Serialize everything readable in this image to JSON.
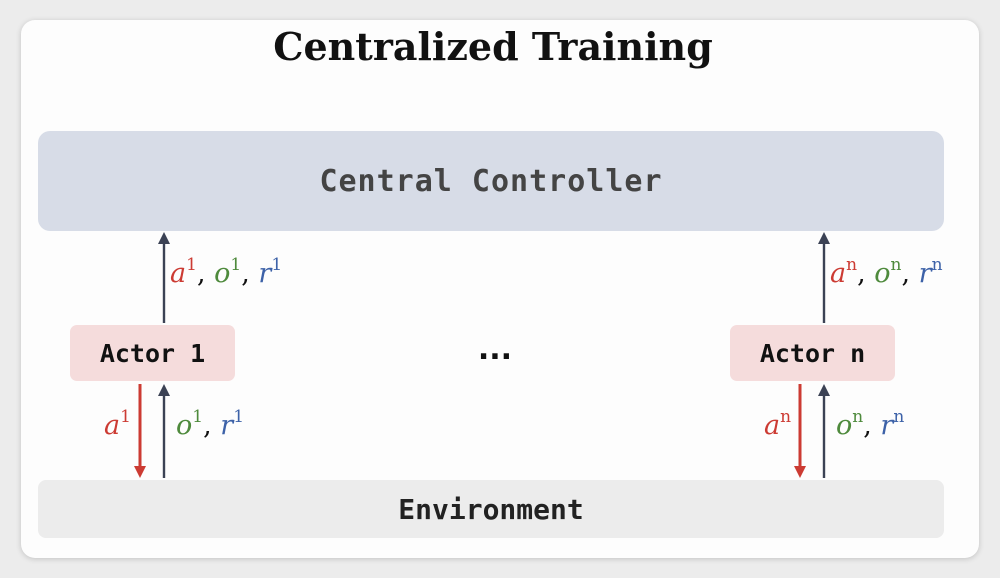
{
  "title": "Centralized Training",
  "controller": {
    "label": "Central Controller"
  },
  "environment": {
    "label": "Environment"
  },
  "actors": [
    {
      "label": "Actor 1",
      "index": "1"
    },
    {
      "label": "Actor n",
      "index": "n"
    }
  ],
  "ellipsis": "...",
  "symbols": {
    "action": "a",
    "observation": "o",
    "reward": "r",
    "separator": ","
  },
  "colors": {
    "action": "#cc3b33",
    "observation": "#4e8a3c",
    "reward": "#3d62a8",
    "arrow_up": "#3b4254",
    "arrow_down": "#cc3b33",
    "controller_bg": "#d7dce7",
    "actor_bg": "#f5dcdc",
    "environment_bg": "#ececec"
  }
}
